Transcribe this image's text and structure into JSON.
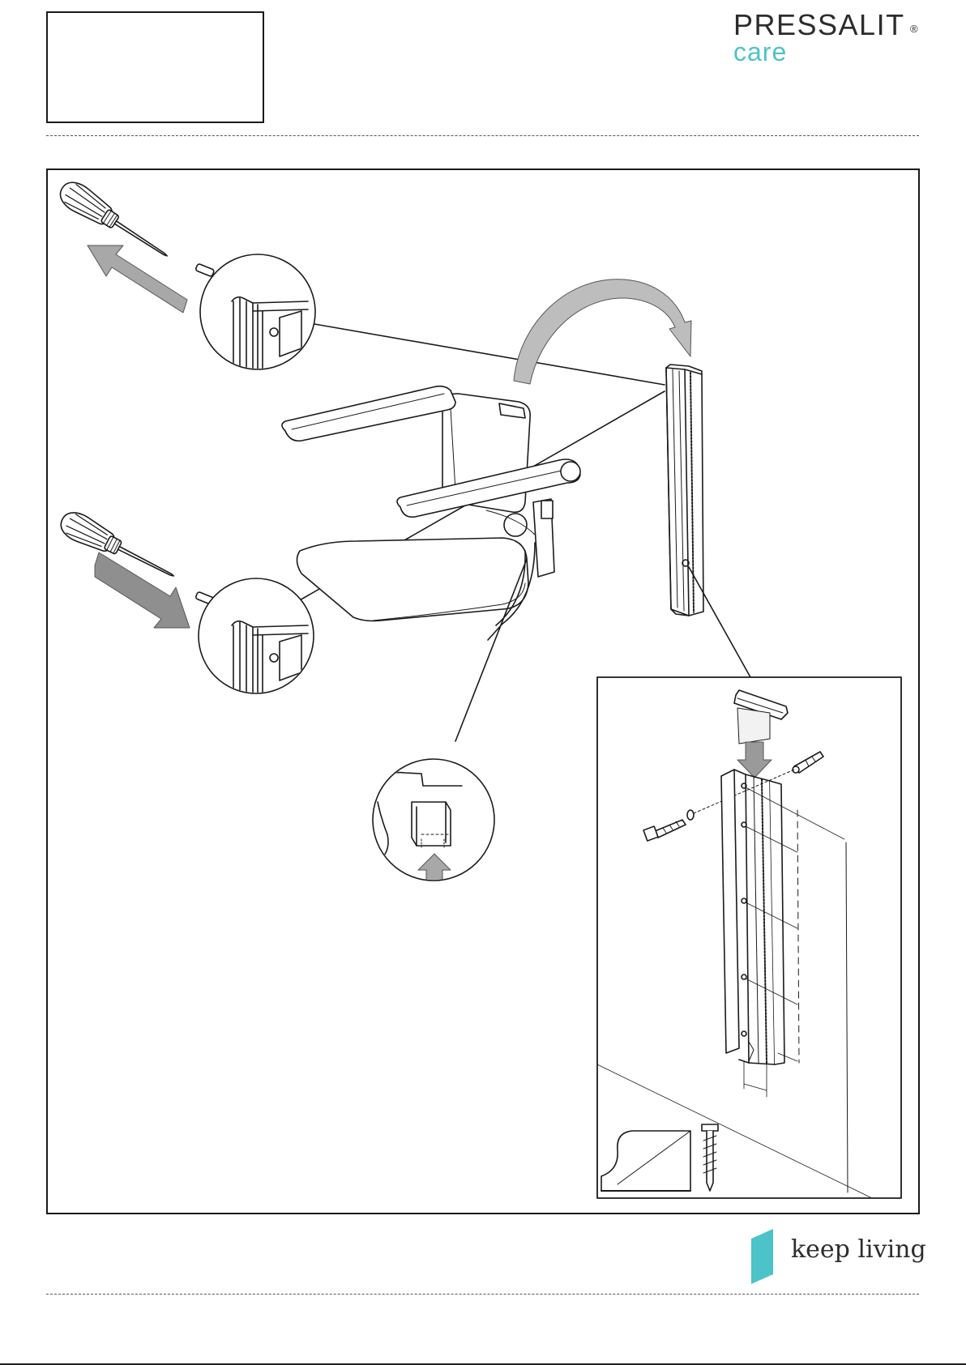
{
  "brand": {
    "name": "PRESSALIT",
    "registered_mark": "®",
    "sub": "care",
    "accent_color": "#4cc3c9"
  },
  "tagline": {
    "text": "keep living",
    "mark_color": "#4cc3c9"
  },
  "illustration": {
    "icons": [
      "screwdriver-icon",
      "shower-seat-icon",
      "wall-rail-icon",
      "arrow-icon",
      "wall-anchor-icon",
      "screw-icon"
    ]
  }
}
